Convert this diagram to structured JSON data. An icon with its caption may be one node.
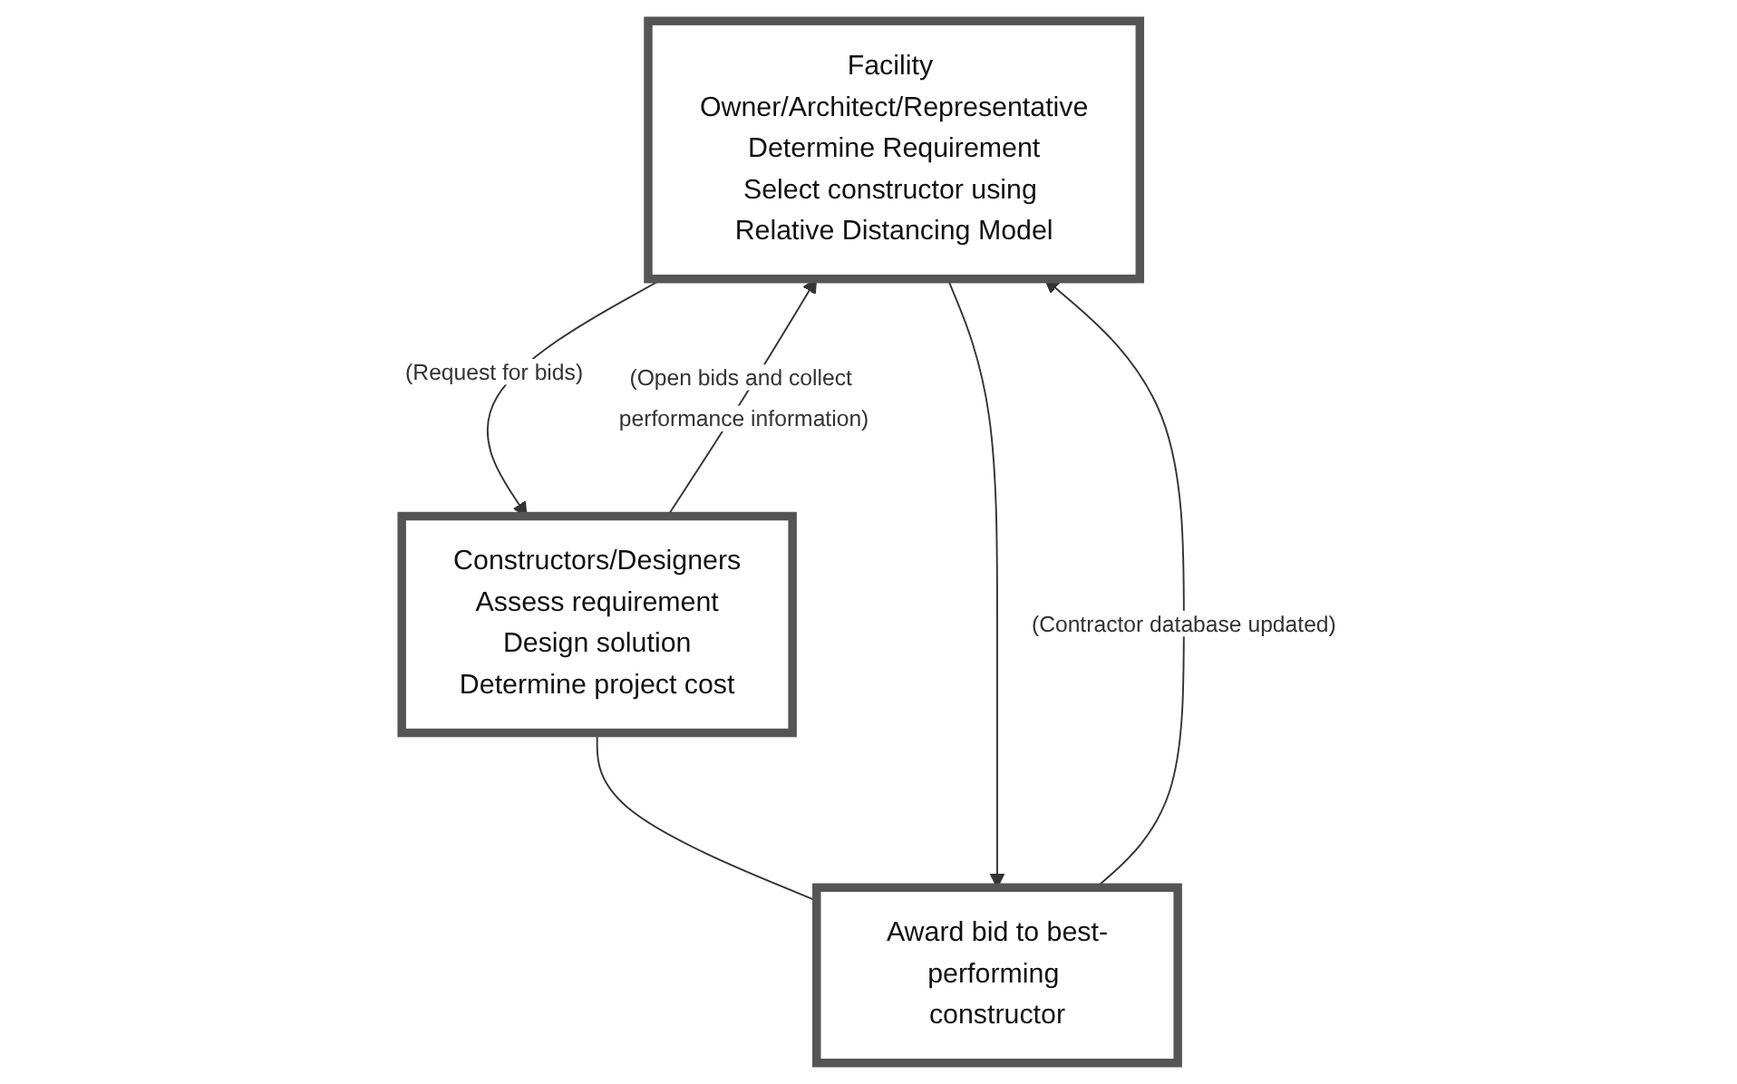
{
  "diagram": {
    "nodes": [
      {
        "text": [
          "Facility Owner/Architect/Representative",
          "Determine Requirement",
          "Select constructor using Relative Distancing Model"
        ]
      },
      {
        "text": [
          "Constructors/Designers",
          "Assess requirement",
          "Design solution",
          "Determine project cost"
        ]
      },
      {
        "text": [
          "Award bid to best-performing constructor"
        ]
      }
    ],
    "edges": [
      {
        "from": 0,
        "to": 1,
        "arrow": "to",
        "label": "(Request for bids)"
      },
      {
        "from": 1,
        "to": 0,
        "arrow": "to",
        "label": "(Open bids and collect performance information)"
      },
      {
        "from": 2,
        "to": 0,
        "arrow": "to",
        "label": "(Contractor database updated)"
      },
      {
        "from": 1,
        "to": 2,
        "arrow": "none"
      },
      {
        "from": 0,
        "to": 2,
        "arrow": "to"
      }
    ]
  }
}
